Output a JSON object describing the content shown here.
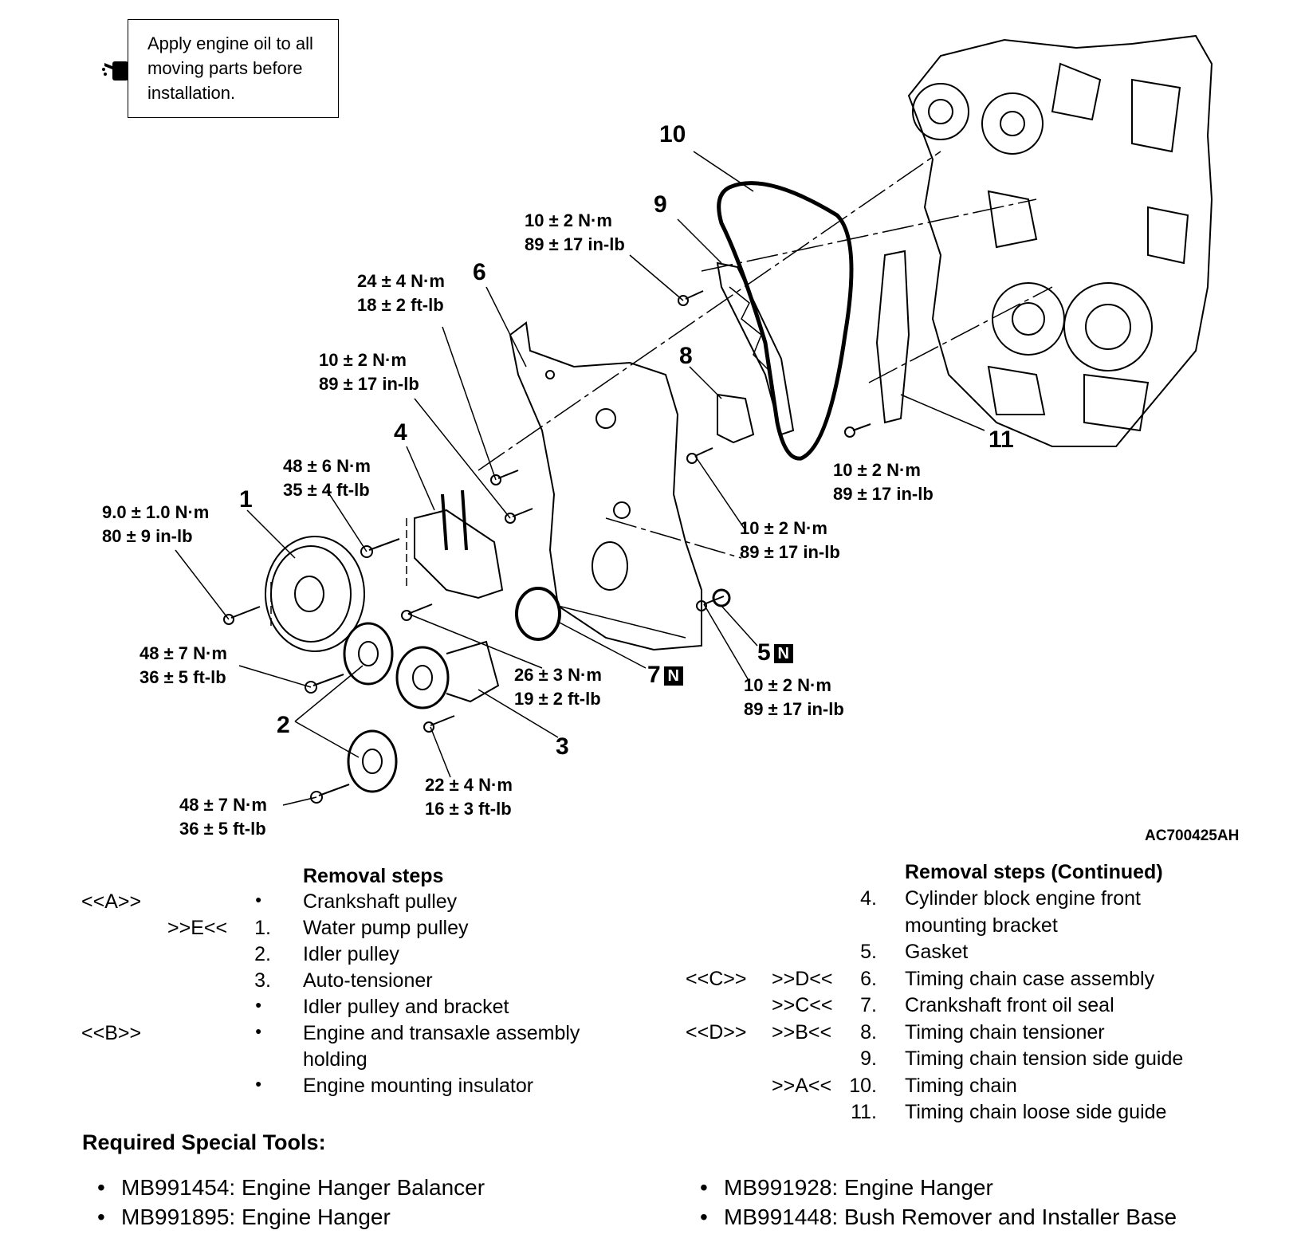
{
  "note": {
    "text_lines": [
      "Apply engine oil to all",
      "moving parts before",
      "installation."
    ],
    "icon": "oil-can-icon"
  },
  "figure_id": "AC700425AH",
  "callouts": [
    "1",
    "2",
    "3",
    "4",
    "5",
    "6",
    "7",
    "8",
    "9",
    "10",
    "11"
  ],
  "n_mark": "N",
  "torques": [
    {
      "id": "t9",
      "nm": "10 ± 2 N·m",
      "imp": "89 ± 17 in-lb"
    },
    {
      "id": "t6",
      "nm": "24 ± 4 N·m",
      "imp": "18 ± 2 ft-lb"
    },
    {
      "id": "t6b",
      "nm": "10 ± 2 N·m",
      "imp": "89 ± 17 in-lb"
    },
    {
      "id": "t4",
      "nm": "48 ± 6 N·m",
      "imp": "35 ± 4 ft-lb"
    },
    {
      "id": "t1",
      "nm": "9.0 ± 1.0 N·m",
      "imp": "80 ± 9 in-lb"
    },
    {
      "id": "t2a",
      "nm": "48 ± 7 N·m",
      "imp": "36 ± 5 ft-lb"
    },
    {
      "id": "t2b",
      "nm": "48 ± 7 N·m",
      "imp": "36 ± 5 ft-lb"
    },
    {
      "id": "t3",
      "nm": "22 ± 4 N·m",
      "imp": "16 ± 3 ft-lb"
    },
    {
      "id": "t7",
      "nm": "26 ± 3 N·m",
      "imp": "19 ± 2 ft-lb"
    },
    {
      "id": "t8",
      "nm": "10 ± 2 N·m",
      "imp": "89 ± 17 in-lb"
    },
    {
      "id": "t5",
      "nm": "10 ± 2 N·m",
      "imp": "89 ± 17 in-lb"
    },
    {
      "id": "t11",
      "nm": "10 ± 2 N·m",
      "imp": "89 ± 17 in-lb"
    }
  ],
  "removal_left": {
    "title": "Removal steps",
    "rows": [
      {
        "ref1": "<<A>>",
        "ref2": "",
        "num": "",
        "bullet": true,
        "text": "Crankshaft pulley"
      },
      {
        "ref1": "",
        "ref2": ">>E<<",
        "num": "1.",
        "bullet": false,
        "text": "Water pump pulley"
      },
      {
        "ref1": "",
        "ref2": "",
        "num": "2.",
        "bullet": false,
        "text": "Idler pulley"
      },
      {
        "ref1": "",
        "ref2": "",
        "num": "3.",
        "bullet": false,
        "text": "Auto-tensioner"
      },
      {
        "ref1": "",
        "ref2": "",
        "num": "",
        "bullet": true,
        "text": "Idler pulley and bracket"
      },
      {
        "ref1": "<<B>>",
        "ref2": "",
        "num": "",
        "bullet": true,
        "text": "Engine and transaxle assembly"
      },
      {
        "ref1": "",
        "ref2": "",
        "num": "",
        "bullet": false,
        "text": "holding"
      },
      {
        "ref1": "",
        "ref2": "",
        "num": "",
        "bullet": true,
        "text": "Engine mounting insulator"
      }
    ]
  },
  "removal_right": {
    "title": "Removal steps (Continued)",
    "rows": [
      {
        "ref1": "",
        "ref2": "",
        "num": "4.",
        "text": "Cylinder block engine front"
      },
      {
        "ref1": "",
        "ref2": "",
        "num": "",
        "text": "mounting bracket"
      },
      {
        "ref1": "",
        "ref2": "",
        "num": "5.",
        "text": "Gasket"
      },
      {
        "ref1": "<<C>>",
        "ref2": ">>D<<",
        "num": "6.",
        "text": "Timing chain case assembly"
      },
      {
        "ref1": "",
        "ref2": ">>C<<",
        "num": "7.",
        "text": "Crankshaft front oil seal"
      },
      {
        "ref1": "<<D>>",
        "ref2": ">>B<<",
        "num": "8.",
        "text": "Timing chain tensioner"
      },
      {
        "ref1": "",
        "ref2": "",
        "num": "9.",
        "text": "Timing chain tension side guide"
      },
      {
        "ref1": "",
        "ref2": ">>A<<",
        "num": "10.",
        "text": "Timing chain"
      },
      {
        "ref1": "",
        "ref2": "",
        "num": "11.",
        "text": "Timing chain loose side guide"
      }
    ]
  },
  "tools": {
    "title": "Required Special Tools:",
    "items": [
      "MB991454: Engine Hanger Balancer",
      "MB991895: Engine Hanger",
      "MB991928: Engine Hanger",
      "MB991448: Bush Remover and Installer Base"
    ]
  }
}
